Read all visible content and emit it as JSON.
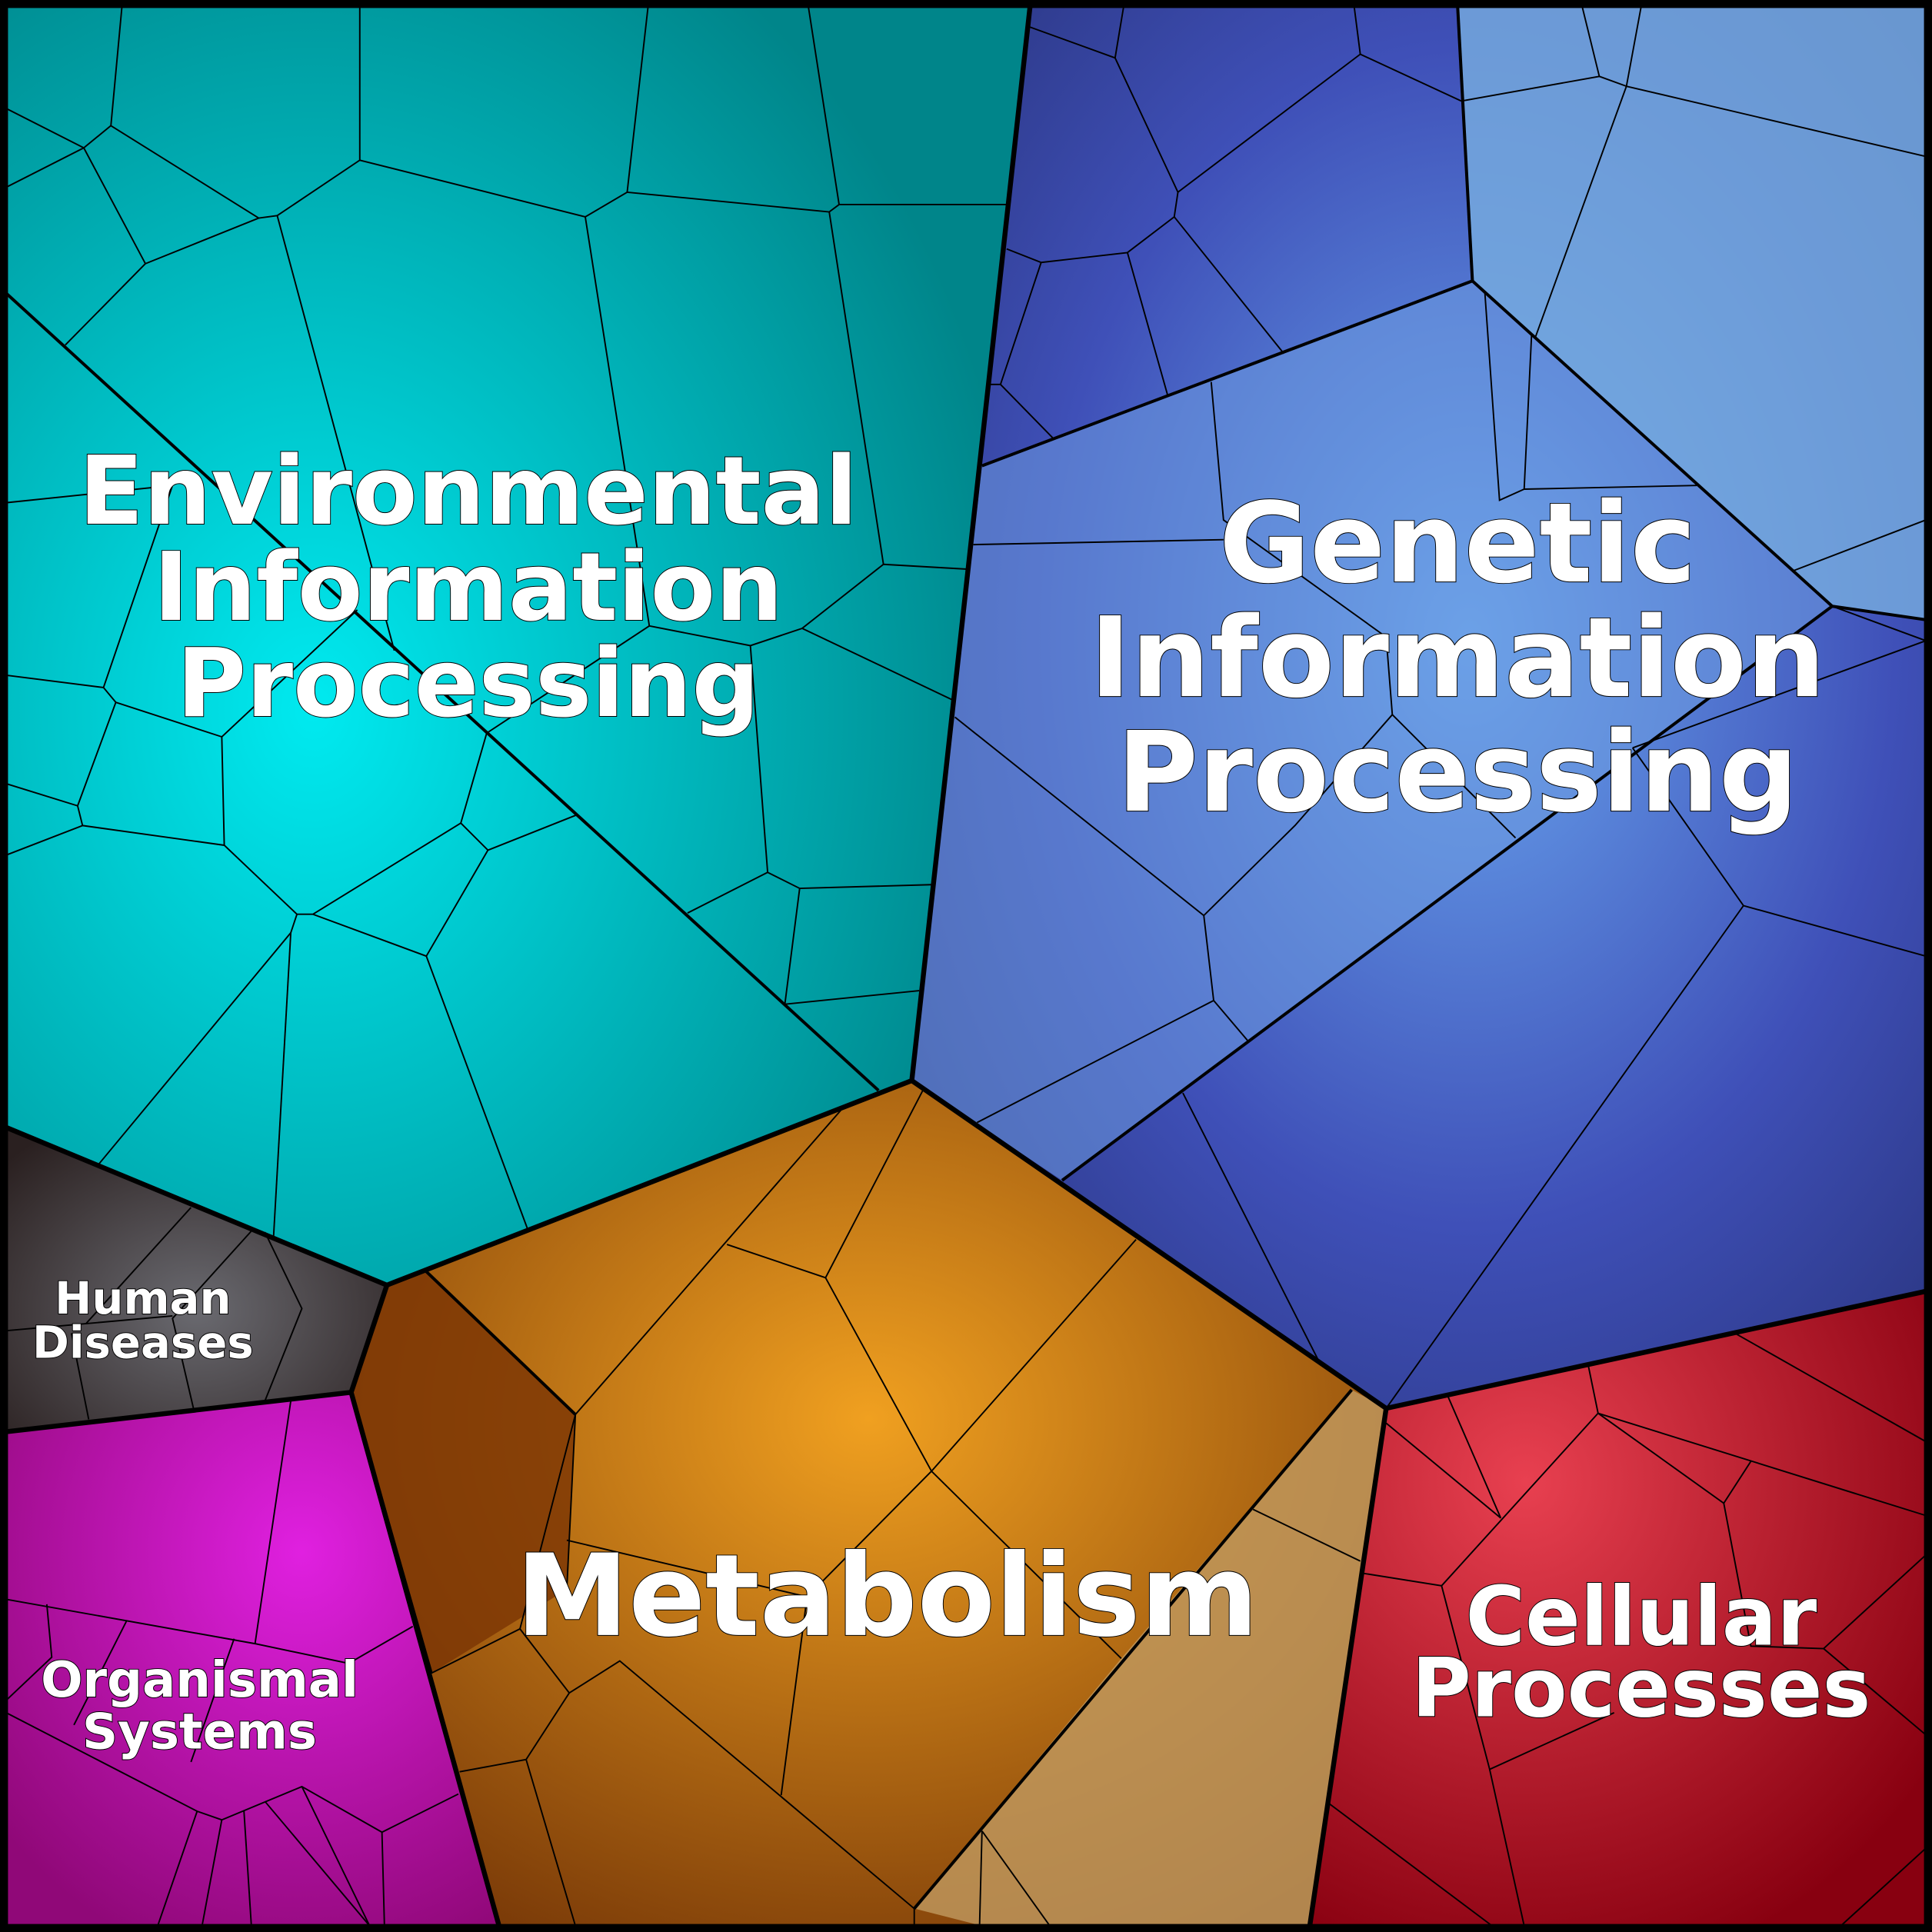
{
  "regions": [
    {
      "id": "environmental",
      "label_lines": [
        "Environmental",
        "Information",
        "Processing"
      ],
      "color": "#00b3b8",
      "highlight": "#00f0f0"
    },
    {
      "id": "genetic",
      "label_lines": [
        "Genetic",
        "Information",
        "Processing"
      ],
      "color": "#3f4fb0",
      "highlight": "#8fc8f8"
    },
    {
      "id": "metabolism",
      "label_lines": [
        "Metabolism"
      ],
      "color": "#b8700f",
      "highlight": "#f5b020"
    },
    {
      "id": "cellular",
      "label_lines": [
        "Cellular",
        "Processes"
      ],
      "color": "#a01018",
      "highlight": "#f05858"
    },
    {
      "id": "human-diseases",
      "label_lines": [
        "Human",
        "Diseases"
      ],
      "color": "#3a2c28",
      "highlight": "#7a8078"
    },
    {
      "id": "organismal",
      "label_lines": [
        "Organismal",
        "Systems"
      ],
      "color": "#a0108c",
      "highlight": "#f018e8"
    }
  ]
}
